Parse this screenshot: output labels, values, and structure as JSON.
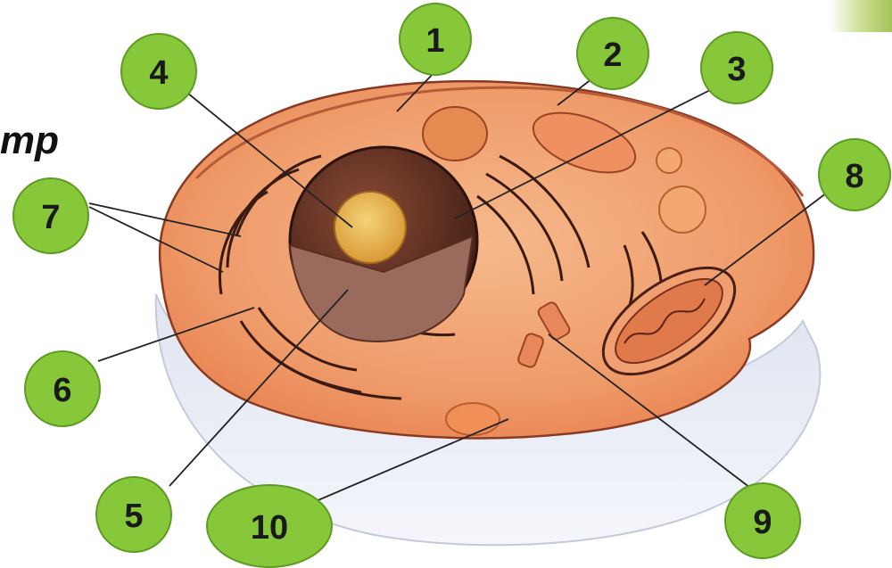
{
  "title_fragment": "mp",
  "labels": [
    "1",
    "2",
    "3",
    "4",
    "5",
    "6",
    "7",
    "8",
    "9",
    "10"
  ],
  "colors": {
    "label_fill": "#86c83a",
    "label_stroke": "#5e9b22",
    "cytoplasm": "#f0a070",
    "membrane_base": "#e4e8f2",
    "nucleus": "#5a2e22",
    "nucleolus": "#e8b048"
  }
}
